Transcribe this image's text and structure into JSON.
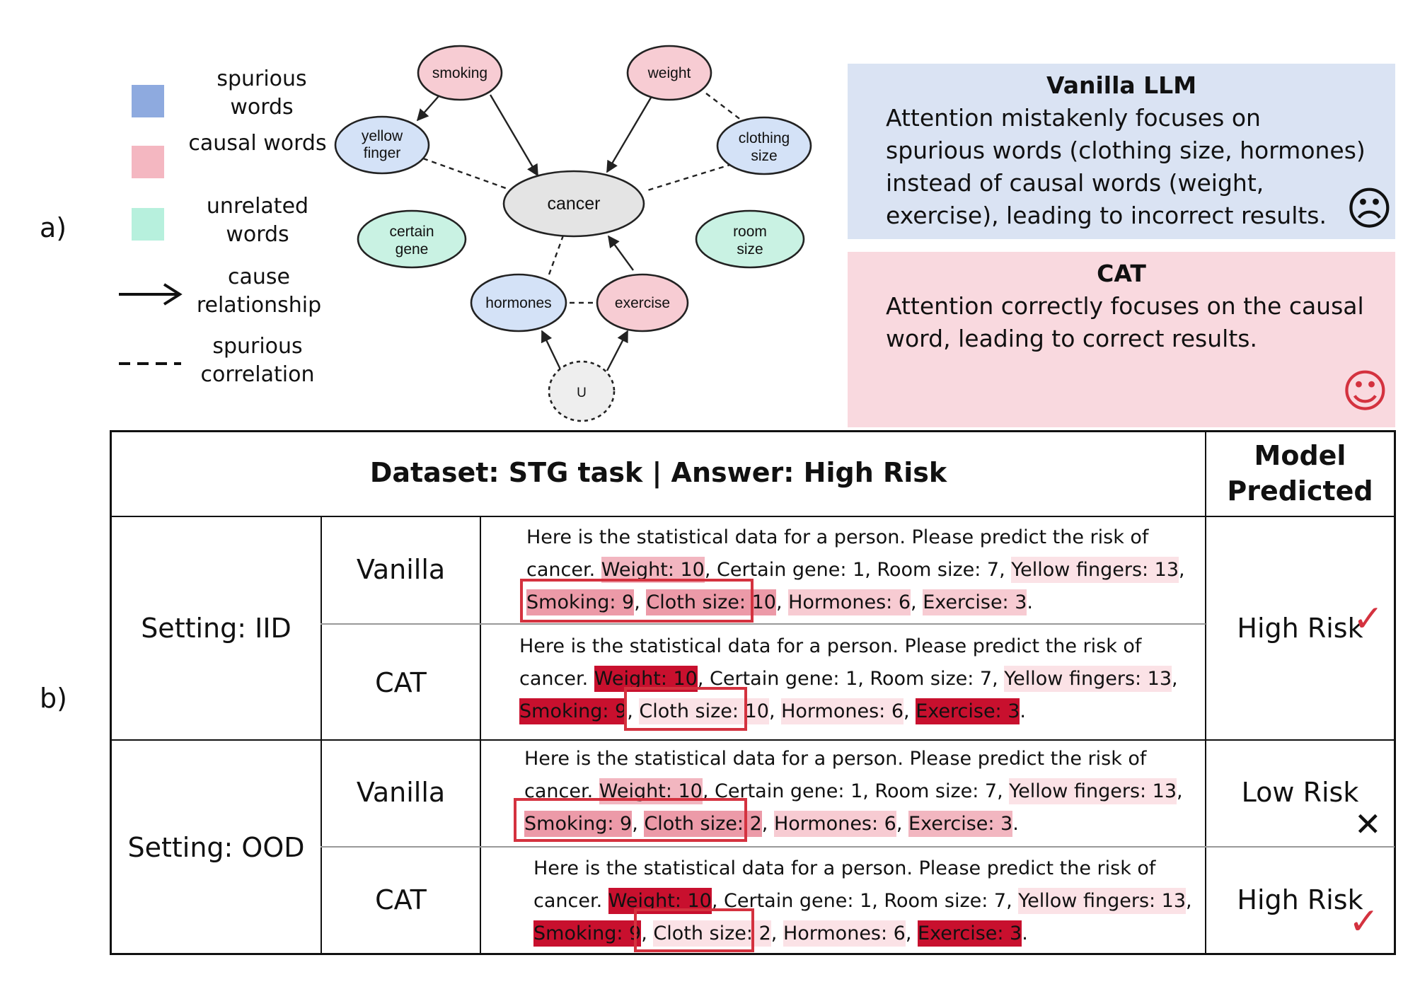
{
  "part_a_label": "a)",
  "part_b_label": "b)",
  "legend": [
    {
      "label": "spurious words",
      "color": "#8eaadf"
    },
    {
      "label": "causal words",
      "color": "#f4b7c1"
    },
    {
      "label": "unrelated words",
      "color": "#b7f0dd"
    },
    {
      "label": "cause relationship",
      "icon": "solid-arrow-icon"
    },
    {
      "label": "spurious correlation",
      "icon": "dashed-line-icon"
    }
  ],
  "graph": {
    "nodes": {
      "smoking": "smoking",
      "weight": "weight",
      "yellow_finger_1": "yellow",
      "yellow_finger_2": "finger",
      "clothing_size_1": "clothing",
      "clothing_size_2": "size",
      "cancer": "cancer",
      "certain_gene_1": "certain",
      "certain_gene_2": "gene",
      "room_size_1": "room",
      "room_size_2": "size",
      "hormones": "hormones",
      "exercise": "exercise",
      "u": "U"
    },
    "colors": {
      "spurious": "#d4e2f7",
      "causal": "#f7ccd3",
      "unrelated": "#c9f2e3",
      "center": "#e4e4e4",
      "u": "#eeeeee"
    }
  },
  "vanilla_panel": {
    "title": "Vanilla LLM",
    "body": "Attention mistakenly focuses on spurious words (clothing size, hormones) instead of causal words (weight, exercise), leading to incorrect results.",
    "face_icon": "sad-face-icon",
    "face": "☹",
    "bg": "#dae3f3"
  },
  "cat_panel": {
    "title": "CAT",
    "body": "Attention correctly focuses on the causal word, leading to correct results.",
    "face_icon": "smile-face-icon",
    "face": "☺",
    "bg": "#f9d9df"
  },
  "table": {
    "header": "Dataset: STG task | Answer: High Risk",
    "model_header_1": "Model",
    "model_header_2": "Predicted",
    "settings": [
      "Setting: IID",
      "Setting: OOD"
    ],
    "rows": [
      {
        "method": "Vanilla",
        "line1": "Here is the statistical data for a person. Please predict the risk of",
        "line2_pre": "cancer. ",
        "weight": "Weight: 10",
        "mid": ", Certain gene: 1, Room size: 7, ",
        "yellow": "Yellow fingers: 13",
        "end2": ",",
        "smoking": "Smoking: 9",
        "cloth": "Cloth size: 10",
        "hormones": "Hormones: 6",
        "exercise": "Exercise: 3",
        "end3": "."
      },
      {
        "method": "CAT",
        "line1": "Here is the statistical data for a person. Please predict the risk of",
        "line2_pre": "cancer. ",
        "weight": "Weight: 10",
        "mid": ", Certain gene: 1, Room size: 7, ",
        "yellow": "Yellow fingers: 13",
        "end2": ",",
        "smoking": "Smoking: 9",
        "cloth": "Cloth size: 10",
        "hormones": "Hormones: 6",
        "exercise": "Exercise: 3",
        "end3": "."
      },
      {
        "method": "Vanilla",
        "line1": "Here is the statistical data for a person. Please predict the risk of",
        "line2_pre": "cancer. ",
        "weight": "Weight: 10",
        "mid": ", Certain gene: 1, Room size: 7, ",
        "yellow": "Yellow fingers: 13",
        "end2": ",",
        "smoking": "Smoking: 9",
        "cloth": "Cloth size: 2",
        "hormones": "Hormones: 6",
        "exercise": "Exercise: 3",
        "end3": "."
      },
      {
        "method": "CAT",
        "line1": "Here is the statistical data for a person. Please predict the risk of",
        "line2_pre": "cancer. ",
        "weight": "Weight: 10",
        "mid": ", Certain gene: 1, Room size: 7, ",
        "yellow": "Yellow fingers: 13",
        "end2": ",",
        "smoking": "Smoking: 9",
        "cloth": "Cloth size: 2",
        "hormones": "Hormones: 6",
        "exercise": "Exercise: 3",
        "end3": "."
      }
    ],
    "predictions": [
      {
        "label": "High Risk",
        "icon": "check-mark-icon",
        "mark": "✓",
        "mark_color": "#d4323f"
      },
      {
        "label": "Low Risk",
        "icon": "cross-mark-icon",
        "mark": "✕",
        "mark_color": "#111111"
      },
      {
        "label": "High Risk",
        "icon": "check-mark-icon",
        "mark": "✓",
        "mark_color": "#d4323f"
      }
    ],
    "highlight_colors": {
      "light": "#f9dde2",
      "mid": "#f2b6c0",
      "strong": "#ec9aa8",
      "dark": "#c8102e"
    }
  }
}
